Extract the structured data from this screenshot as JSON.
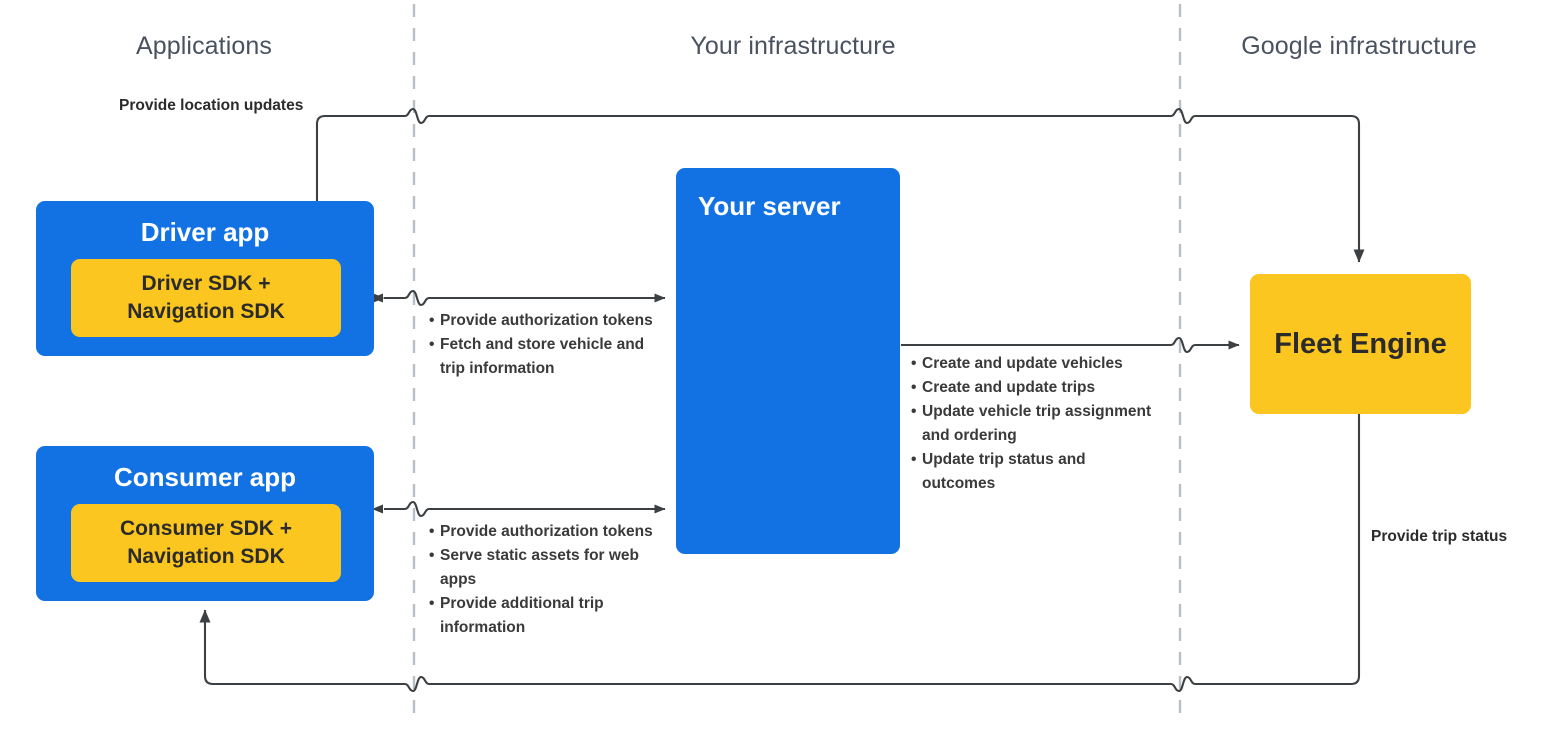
{
  "columns": [
    {
      "label": "Applications"
    },
    {
      "label": "Your infrastructure"
    },
    {
      "label": "Google infrastructure"
    }
  ],
  "nodes": {
    "driver_app": {
      "title": "Driver app",
      "sdk": "Driver SDK +\nNavigation SDK",
      "sdk_line1": "Driver SDK +",
      "sdk_line2": "Navigation SDK"
    },
    "consumer_app": {
      "title": "Consumer app",
      "sdk_line1": "Consumer SDK +",
      "sdk_line2": "Navigation SDK"
    },
    "your_server": {
      "title": "Your server"
    },
    "fleet_engine": {
      "title": "Fleet Engine"
    }
  },
  "labels": {
    "provide_location_updates": "Provide location updates",
    "provide_trip_status": "Provide trip status"
  },
  "flows": {
    "driver_to_server": [
      "Provide authorization tokens",
      "Fetch and store vehicle and trip information"
    ],
    "consumer_to_server": [
      "Provide authorization tokens",
      "Serve static assets for web apps",
      "Provide additional trip information"
    ],
    "server_to_engine": [
      "Create and update vehicles",
      "Create and update trips",
      "Update vehicle trip assignment and ordering",
      "Update trip status and outcomes"
    ]
  },
  "colors": {
    "app_blue": "#1272e4",
    "sdk_yellow": "#fbc61f",
    "engine_yellow": "#fbc61f",
    "wire": "#3c4043",
    "divider": "#b9bfc7",
    "header_text": "#4a5260"
  }
}
